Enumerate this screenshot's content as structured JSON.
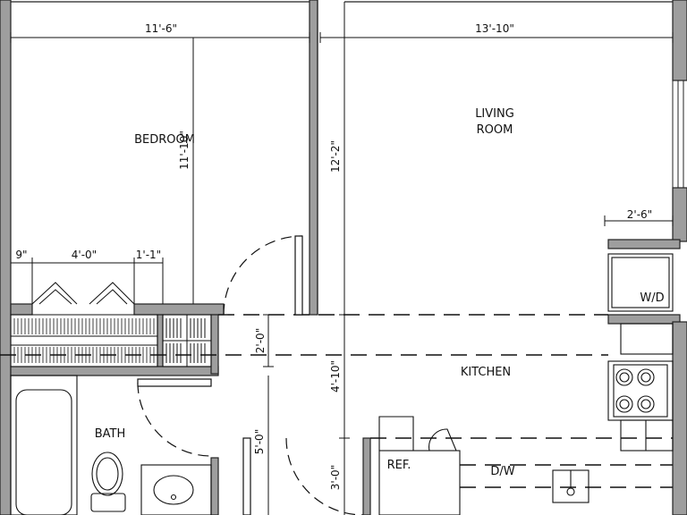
{
  "rooms": {
    "bedroom": "BEDROOM",
    "living_line1": "LIVING",
    "living_line2": "ROOM",
    "kitchen": "KITCHEN",
    "bath": "BATH",
    "wd": "W/D",
    "ref": "REF.",
    "dw": "D/W"
  },
  "dims": {
    "bedroom_width": "11'-6\"",
    "living_width": "13'-10\"",
    "bedroom_depth": "11'-10\"",
    "living_depth": "12'-2\"",
    "wd_width": "2'-6\"",
    "closet_9": "9\"",
    "closet_4_0": "4'-0\"",
    "closet_1_1": "1'-1\"",
    "hall_2_0": "2'-0\"",
    "kitchen_4_10": "4'-10\"",
    "bath_5_0": "5'-0\"",
    "kitchen_3_0": "3'-0\""
  }
}
